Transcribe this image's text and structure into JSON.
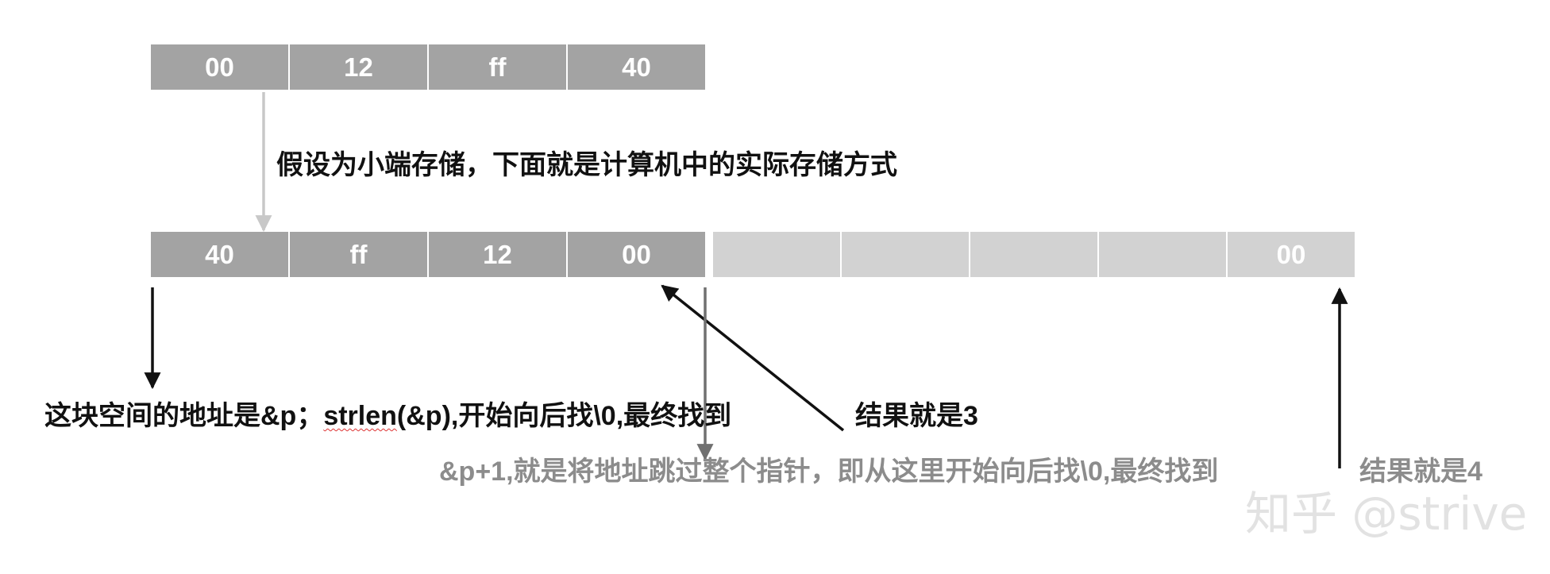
{
  "top_row": [
    "00",
    "12",
    "ff",
    "40"
  ],
  "bottom_row_bytes": [
    "40",
    "ff",
    "12",
    "00"
  ],
  "extra_row": [
    "",
    "",
    "",
    "",
    "00"
  ],
  "labels": {
    "assumption": "假设为小端存储，下面就是计算机中的实际存储方式",
    "line1_prefix": "这块空间的地址是&p；",
    "line1_strlen": "strlen",
    "line1_rest": "(&p),开始向后找\\0,最终找到",
    "result1": "结果就是3",
    "line2": "&p+1,就是将地址跳过整个指针，即从这里开始向后找\\0,最终找到",
    "result2": "结果就是4"
  },
  "watermark": "知乎 @strive",
  "colors": {
    "byte_dark": "#a3a3a3",
    "byte_light": "#d2d2d2",
    "text_black": "#111111",
    "text_gray": "#8c8c8c"
  }
}
